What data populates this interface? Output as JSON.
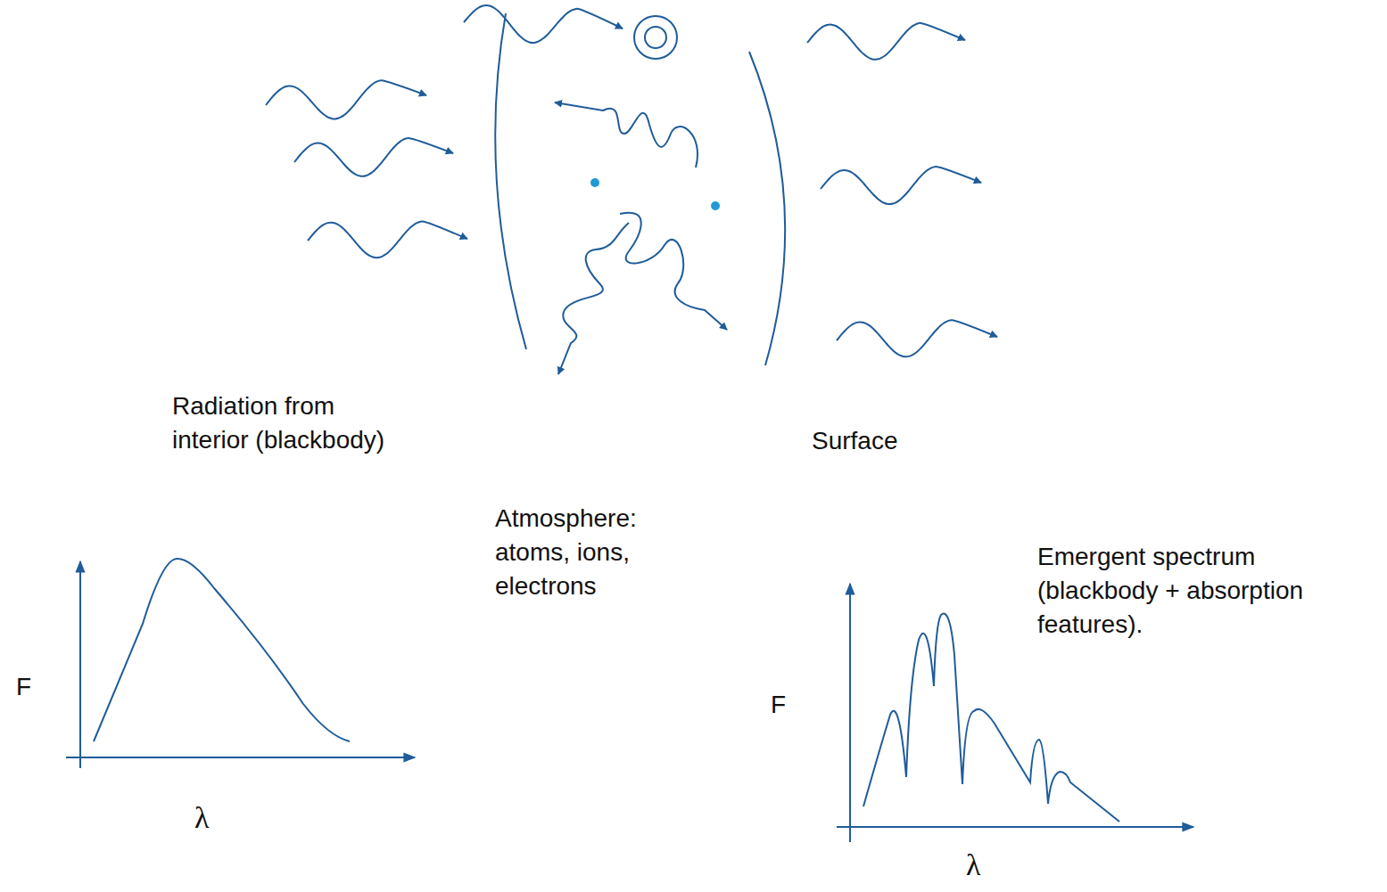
{
  "diagram": {
    "labels": [
      "Radiation from interior (blackbody)",
      "Atmosphere: atoms, ions, electrons",
      "Surface",
      "Emergent spectrum (blackbody + absorption features).",
      "F",
      "λ",
      "F",
      "λ"
    ]
  }
}
